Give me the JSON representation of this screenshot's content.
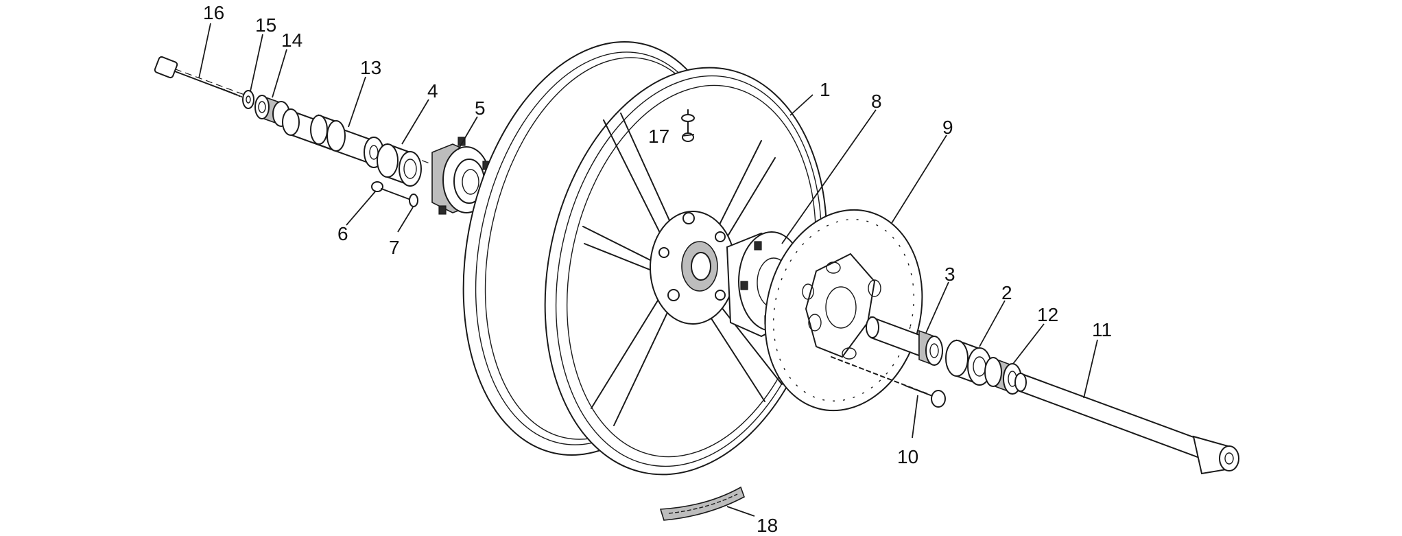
{
  "diagram": {
    "part_numbers": [
      "1",
      "2",
      "3",
      "4",
      "5",
      "6",
      "7",
      "8",
      "9",
      "10",
      "11",
      "12",
      "13",
      "14",
      "15",
      "16",
      "17",
      "18"
    ]
  },
  "colors": {
    "line": "#1a1a1a",
    "background": "#ffffff",
    "shade": "#bdbdbd"
  }
}
